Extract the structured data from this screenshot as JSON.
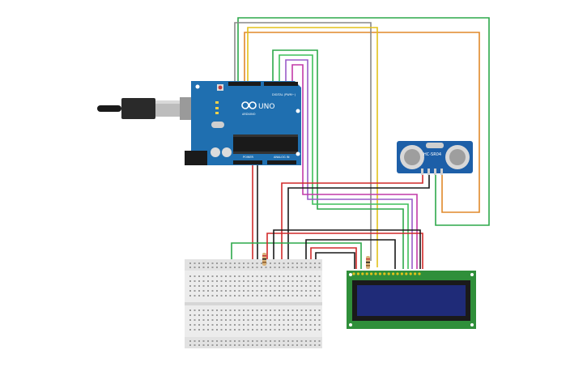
{
  "arduino": {
    "brand": "UNO",
    "maker": "ARDUINO",
    "header_digital": "DIGITAL (PWM~)",
    "header_power": "POWER",
    "header_analog": "ANALOG IN",
    "board_color": "#1f6fb0"
  },
  "sensor": {
    "model": "HC-SR04",
    "board_color": "#1d5fa8"
  },
  "lcd": {
    "board_color": "#2f8f3a",
    "screen_color": "#1f2b78"
  },
  "wire_colors": {
    "green": "#2da84a",
    "yellow": "#e3c21a",
    "orange": "#e0882a",
    "magenta": "#c23aa8",
    "gray": "#888888",
    "red": "#d12a2a",
    "black": "#1a1a1a",
    "purple": "#9a5cc8",
    "lightgreen": "#3dbf5a"
  }
}
